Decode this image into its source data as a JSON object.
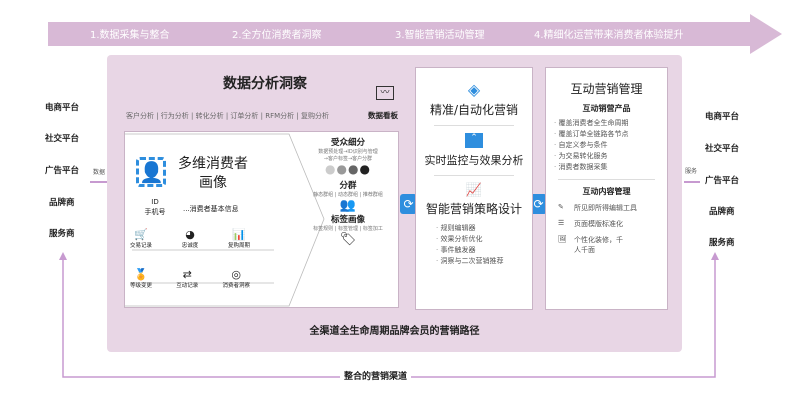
{
  "stages": [
    "1.数据采集与整合",
    "2.全方位消费者洞察",
    "3.智能营销活动管理",
    "4.精细化运营带来消费者体验提升"
  ],
  "left_sources": [
    "电商平台",
    "社交平台",
    "广告平台",
    "品牌商",
    "服务商"
  ],
  "right_targets": [
    "电商平台",
    "社交平台",
    "广告平台",
    "品牌商",
    "服务商"
  ],
  "input_label": "数据",
  "output_label": "服务",
  "analysis": {
    "title": "数据分析洞察",
    "tabs": "客户分析 | 行为分析 | 转化分析 | 订单分析 | RFM分析 | 复购分析",
    "dashboard": "数据看板",
    "profile_title": "多维消费者画像",
    "id_label": "ID",
    "phone_label": "手机号",
    "basic_info": "...消费者基本信息",
    "icons_row1": [
      "交易记录",
      "忠诚度",
      "复购周期"
    ],
    "icons_row2": [
      "等级变更",
      "互动记录",
      "消费者洞察"
    ],
    "segment_title": "受众细分",
    "segment_desc1": "数据预处理→ID识别与管理",
    "segment_desc2": "→客户标签→客户分群",
    "group_title": "分群",
    "group_desc": "静态群组 | 动态群组 | 推荐群组",
    "tag_title": "标签画像",
    "tag_desc": "标签规则 | 标签管理 | 标签加工"
  },
  "automation": {
    "title1": "精准/自动化营销",
    "title2": "实时监控与效果分析",
    "title3": "智能营销策略设计",
    "items": [
      "规则编辑器",
      "效果分析优化",
      "事件触发器",
      "洞察与二次营销推荐"
    ]
  },
  "interactive": {
    "title": "互动营销管理",
    "products_title": "互动销营产品",
    "products": [
      "覆盖消费者全生命周期",
      "覆盖订单全链路各节点",
      "自定义参与条件",
      "为交易转化服务",
      "消费者数据采集"
    ],
    "content_title": "互动内容管理",
    "content_items": [
      "所见即所得编辑工具",
      "页面模版标准化",
      "个性化装修，千人千面"
    ]
  },
  "bottom_path": "全渠道全生命周期品牌会员的营销路径",
  "loop_label": "整合的营销渠道"
}
